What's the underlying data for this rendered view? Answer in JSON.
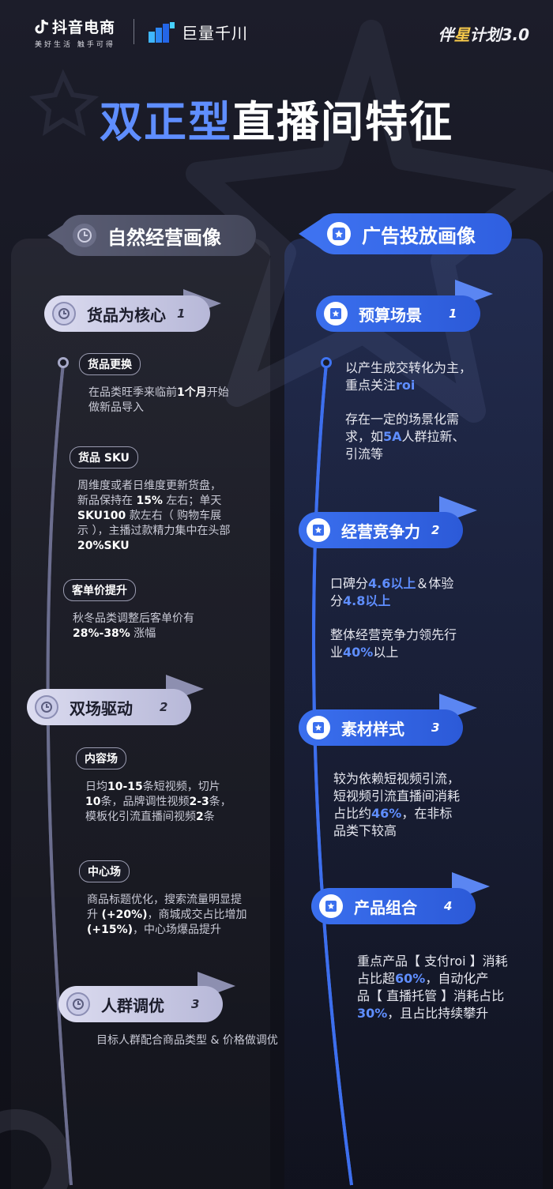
{
  "header": {
    "brand_left": "抖音电商",
    "brand_left_slogan": "美好生活 触手可得",
    "brand_right": "巨量千川",
    "plan_part1": "伴",
    "plan_part2": "星",
    "plan_part3": "计划",
    "plan_num": "3.0"
  },
  "title": {
    "part1": "双正型",
    "part2": "直播间特征"
  },
  "left": {
    "heading": "自然经营画像",
    "sections": [
      {
        "label": "货品为核心",
        "num": "1"
      },
      {
        "label": "双场驱动",
        "num": "2"
      },
      {
        "label": "人群调优",
        "num": "3"
      }
    ],
    "items": {
      "i1_tag": "货品更换",
      "i1_a": "在品类旺季来临前",
      "i1_b": "1个月",
      "i1_c": "开始",
      "i1_d": "做新品导入",
      "i2_tag": "货品 SKU",
      "i2_l1": "周维度或者日维度更新货盘，",
      "i2_l2a": "新品保持在 ",
      "i2_l2b": "15%",
      "i2_l2c": " 左右；单天",
      "i2_l3a": "SKU100",
      "i2_l3b": " 款左右（ 购物车展",
      "i2_l4": "示 ），主播过款精力集中在头部",
      "i2_l5": "20%SKU",
      "i3_tag": "客单价提升",
      "i3_l1": "秋冬品类调整后客单价有",
      "i3_l2a": "28%-38%",
      "i3_l2b": " 涨幅",
      "i4_tag": "内容场",
      "i4_l1a": "日均",
      "i4_l1b": "10-15",
      "i4_l1c": "条短视频，切片",
      "i4_l2a": "10",
      "i4_l2b": "条，品牌调性视频",
      "i4_l2c": "2-3",
      "i4_l2d": "条，",
      "i4_l3a": "模板化引流直播间视频",
      "i4_l3b": "2",
      "i4_l3c": "条",
      "i5_tag": "中心场",
      "i5_l1": "商品标题优化，搜索流量明显提",
      "i5_l2a": "升 ",
      "i5_l2b": "(+20%)",
      "i5_l2c": "，商城成交占比增加",
      "i5_l3a": "(+15%)",
      "i5_l3b": "，中心场爆品提升",
      "i6": "目标人群配合商品类型 & 价格做调优"
    }
  },
  "right": {
    "heading": "广告投放画像",
    "sections": [
      {
        "label": "预算场景",
        "num": "1"
      },
      {
        "label": "经营竞争力",
        "num": "2"
      },
      {
        "label": "素材样式",
        "num": "3"
      },
      {
        "label": "产品组合",
        "num": "4"
      }
    ],
    "items": {
      "r1_l1": "以产生成交转化为主，",
      "r1_l2a": "重点关注",
      "r1_l2b": "roi",
      "r1_l3": "存在一定的场景化需",
      "r1_l4a": "求，如",
      "r1_l4b": "5A",
      "r1_l4c": "人群拉新、",
      "r1_l5": "引流等",
      "r2_l1a": "口碑分",
      "r2_l1b": "4.6以上",
      "r2_l1c": "＆体验",
      "r2_l2a": "分",
      "r2_l2b": "4.8以上",
      "r2_l3": "整体经营竞争力领先行",
      "r2_l4a": "业",
      "r2_l4b": "40%",
      "r2_l4c": "以上",
      "r3_l1": "较为依赖短视频引流，",
      "r3_l2": "短视频引流直播间消耗",
      "r3_l3a": "占比约",
      "r3_l3b": "46%",
      "r3_l3c": "，在非标",
      "r3_l4": "品类下较高",
      "r4_l1": "重点产品【 支付roi 】消耗",
      "r4_l2a": "占比超",
      "r4_l2b": "60%",
      "r4_l2c": "，自动化产",
      "r4_l3": "品【 直播托管 】消耗占比",
      "r4_l4a": "30%",
      "r4_l4b": "，且占比持续攀升"
    }
  }
}
